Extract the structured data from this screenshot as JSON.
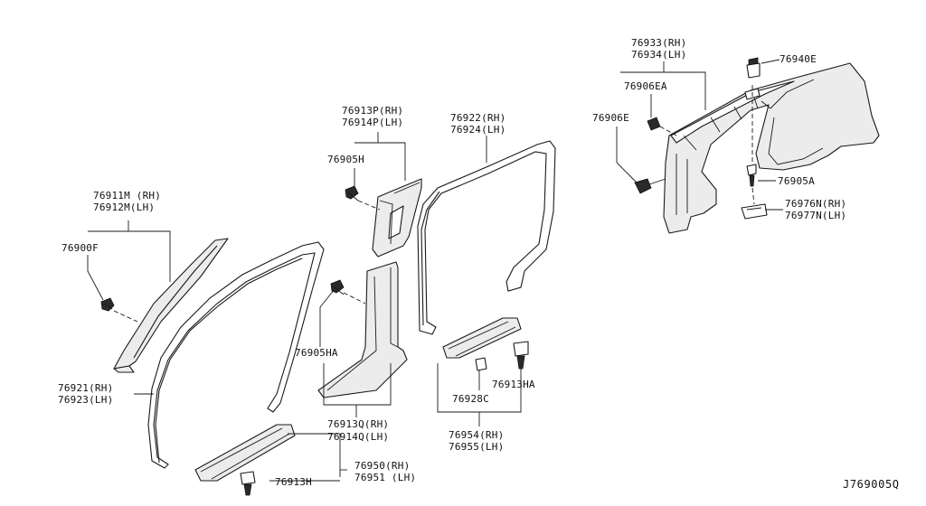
{
  "labels": {
    "p76911": "76911M (RH)",
    "p76912": "76912M(LH)",
    "p76900F": "76900F",
    "p76921": "76921(RH)",
    "p76923": "76923(LH)",
    "p76913P": "76913P(RH)",
    "p76914P": "76914P(LH)",
    "p76905H": "76905H",
    "p76905HA": "76905HA",
    "p76913Q": "76913Q(RH)",
    "p76914Q": "76914Q(LH)",
    "p76950": "76950(RH)",
    "p76951": "76951 (LH)",
    "p76913H": "76913H",
    "p76922": "76922(RH)",
    "p76924": "76924(LH)",
    "p76913HA": "76913HA",
    "p76928C": "76928C",
    "p76954": "76954(RH)",
    "p76955": "76955(LH)",
    "p76933": "76933(RH)",
    "p76934": "76934(LH)",
    "p76906EA": "76906EA",
    "p76906E": "76906E",
    "p76940E": "76940E",
    "p76905A": "76905A",
    "p76976N": "76976N(RH)",
    "p76977N": "76977N(LH)"
  },
  "diagram_ref": "J769005Q"
}
